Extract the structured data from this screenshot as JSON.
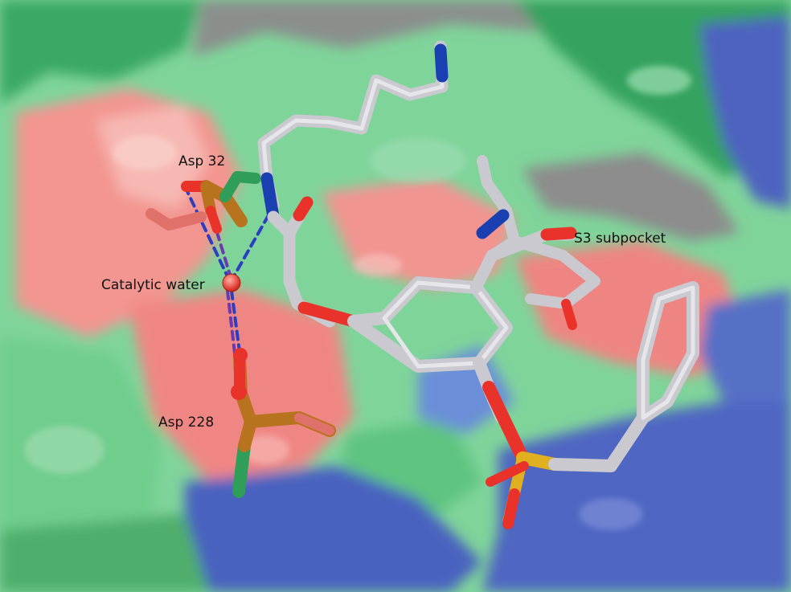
{
  "labels": {
    "asp32": "Asp 32",
    "catalytic_water": "Catalytic water",
    "asp228": "Asp 228",
    "s3_subpocket": "S3 subpocket"
  },
  "colors": {
    "surface_green": "#6fcf8f",
    "surface_dark_green": "#2f9e58",
    "surface_red": "#f08a88",
    "surface_pink": "#f4b3b0",
    "surface_blue": "#5a6fc4",
    "surface_grey": "#8c8c8c",
    "carbon_ligand": "#d0d0d6",
    "carbon_asp": "#b8731e",
    "oxygen": "#e8322a",
    "nitrogen": "#1a3fb0",
    "sulfur": "#e0b020",
    "hbond": "#2b3fc0"
  }
}
